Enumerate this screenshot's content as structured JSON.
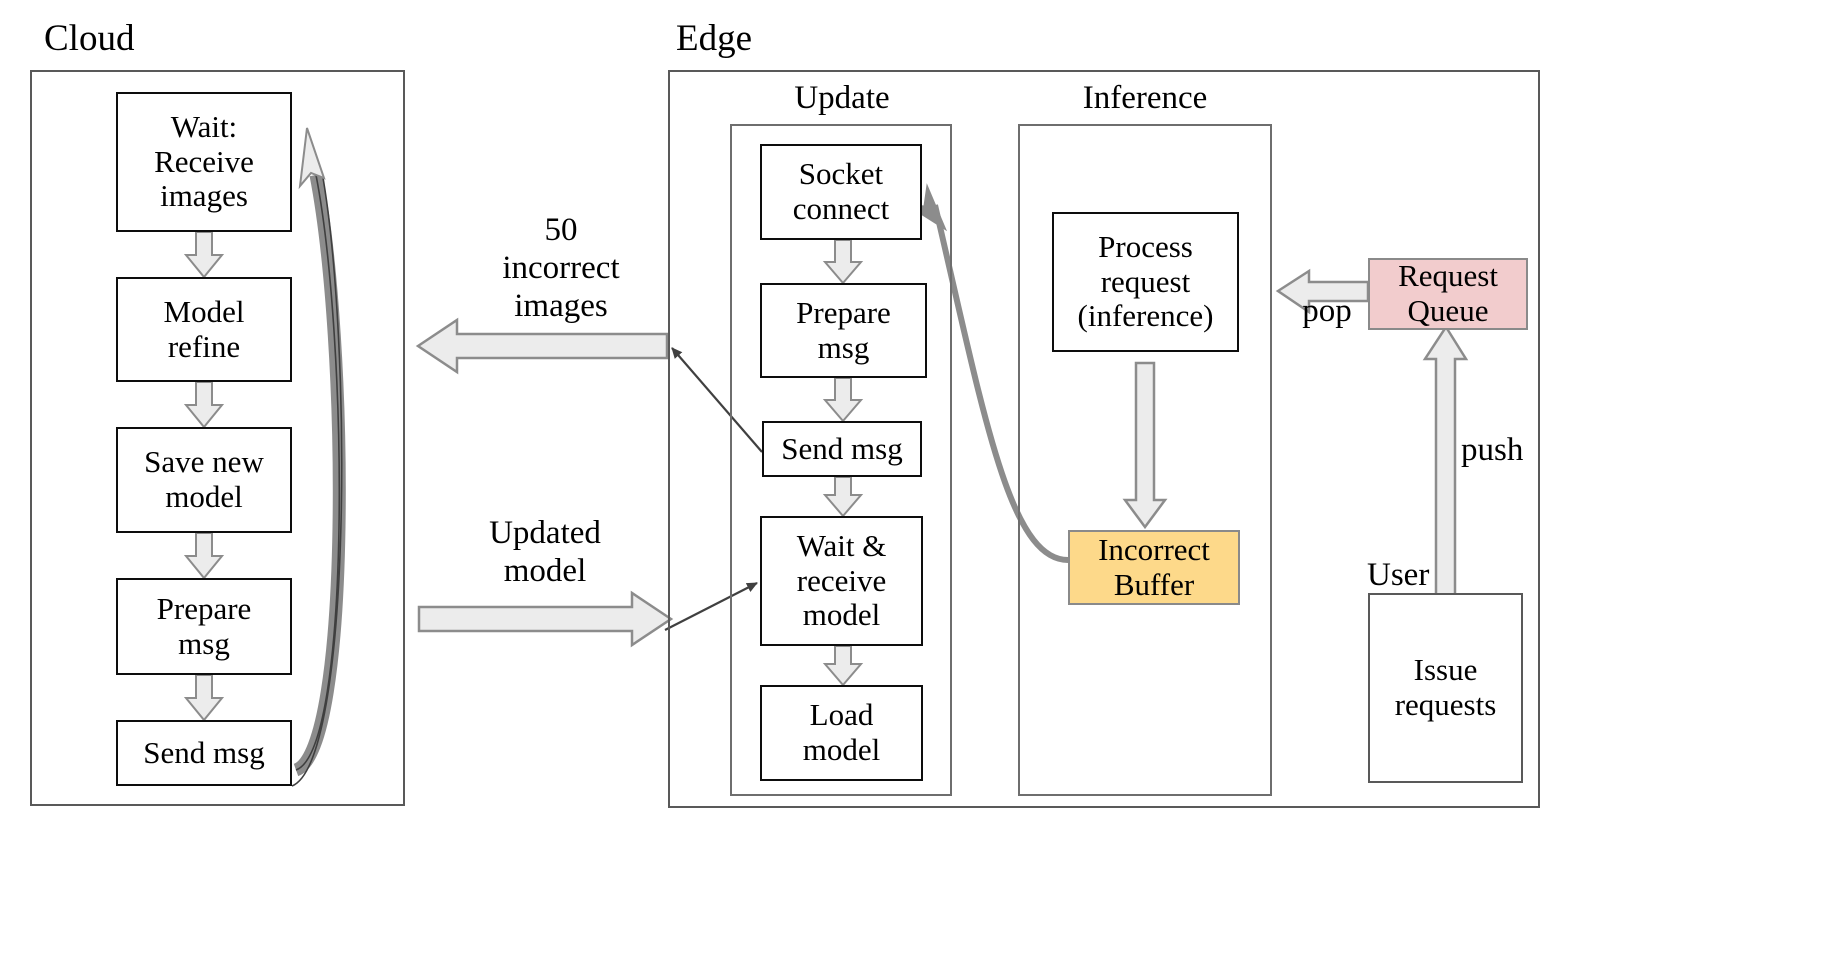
{
  "diagram": {
    "title_cloud": "Cloud",
    "title_edge": "Edge",
    "subtitle_update": "Update",
    "subtitle_inference": "Inference"
  },
  "cloud": {
    "label": "Cloud",
    "nodes": [
      {
        "id": "wait-receive-images",
        "text": "Wait:\nReceive\nimages"
      },
      {
        "id": "model-refine",
        "text": "Model\nrefine"
      },
      {
        "id": "save-new-model",
        "text": "Save new\nmodel"
      },
      {
        "id": "prepare-msg",
        "text": "Prepare\nmsg"
      },
      {
        "id": "send-msg",
        "text": "Send msg"
      }
    ]
  },
  "edge": {
    "label": "Edge",
    "update": {
      "label": "Update",
      "nodes": [
        {
          "id": "socket-connect",
          "text": "Socket\nconnect"
        },
        {
          "id": "prepare-msg",
          "text": "Prepare\nmsg"
        },
        {
          "id": "send-msg",
          "text": "Send msg"
        },
        {
          "id": "wait-receive-model",
          "text": "Wait &\nreceive\nmodel"
        },
        {
          "id": "load-model",
          "text": "Load\nmodel"
        }
      ]
    },
    "inference": {
      "label": "Inference",
      "nodes": [
        {
          "id": "process-request",
          "text": "Process\nrequest\n(inference)"
        },
        {
          "id": "incorrect-buffer",
          "text": "Incorrect\nBuffer"
        }
      ]
    }
  },
  "user_side": {
    "request_queue": "Request\nQueue",
    "issue_requests": "Issue\nrequests",
    "user_label": "User",
    "pop_label": "pop",
    "push_label": "push"
  },
  "transfer_labels": {
    "incorrect_images": "50\nincorrect\nimages",
    "updated_model": "Updated\nmodel"
  },
  "colors": {
    "request_queue_fill": "#f2cccd",
    "incorrect_buffer_fill": "#fdd98a",
    "block_arrow_fill": "#ececec",
    "block_arrow_stroke": "#8c8c8c",
    "curve_stroke": "#8c8c8c",
    "container_stroke": "#595959",
    "node_stroke": "#0d0d0d"
  }
}
